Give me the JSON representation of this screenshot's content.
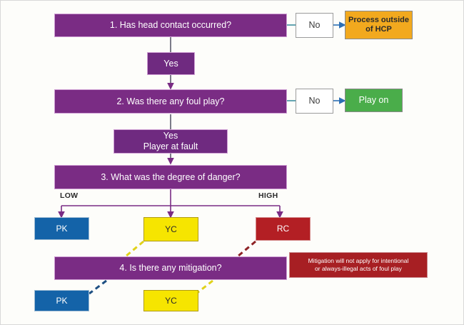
{
  "diagram": {
    "title": "Head Contact Process (HCP) decision flowchart",
    "colors": {
      "purple": "#7a2c84",
      "purple_border": "#cf9ed4",
      "orange": "#f2a91e",
      "green": "#4aad4a",
      "blue": "#1463a8",
      "yellow": "#f6e500",
      "red": "#b31f24",
      "note_red": "#a71f23",
      "connector_teal": "#3e8fa0",
      "connector_purple": "#7a2c84",
      "arrow_blue": "#2d6fb5",
      "background": "#fdfdfa"
    },
    "nodes": {
      "q1": {
        "label": "1. Has head contact occurred?"
      },
      "q1_no": {
        "label": "No"
      },
      "q1_no_result": {
        "label": "Process outside\nof HCP",
        "line1": "Process outside",
        "line2": "of HCP"
      },
      "q1_yes": {
        "label": "Yes"
      },
      "q2": {
        "label": "2. Was there any foul play?"
      },
      "q2_no": {
        "label": "No"
      },
      "q2_no_result": {
        "label": "Play on"
      },
      "q2_yes": {
        "line1": "Yes",
        "line2": "Player at fault"
      },
      "q3": {
        "label": "3. What was the degree of danger?"
      },
      "q3_low_label": {
        "label": "LOW"
      },
      "q3_high_label": {
        "label": "HIGH"
      },
      "q3_out_pk": {
        "label": "PK"
      },
      "q3_out_yc": {
        "label": "YC"
      },
      "q3_out_rc": {
        "label": "RC"
      },
      "q4": {
        "label": "4. Is there any mitigation?"
      },
      "q4_note": {
        "line1": "Mitigation will not apply for intentional",
        "line2": "or always-illegal acts of foul play"
      },
      "q4_out_pk": {
        "label": "PK"
      },
      "q4_out_yc": {
        "label": "YC"
      }
    }
  }
}
